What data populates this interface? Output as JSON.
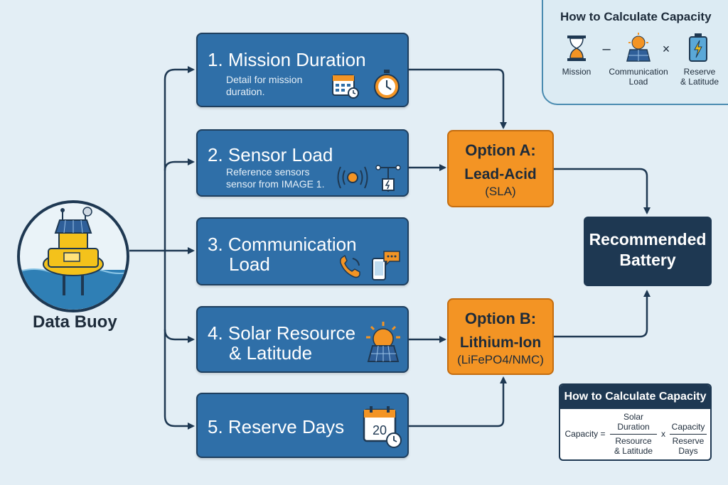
{
  "source": {
    "label": "Data Buoy",
    "icon": "data-buoy-icon"
  },
  "steps": [
    {
      "title": "1. Mission Duration",
      "description": "Detail for mission duration.",
      "icons": [
        "calendar-icon",
        "stopwatch-icon"
      ]
    },
    {
      "title": "2. Sensor Load",
      "description": "Reference sensors sensor from IMAGE 1.",
      "icons": [
        "sonar-sensor-icon",
        "weather-station-icon"
      ]
    },
    {
      "title_line1": "3. Communication",
      "title_line2": "Load",
      "icons": [
        "phone-icon",
        "mobile-chat-icon"
      ]
    },
    {
      "title_line1": "4. Solar Resource",
      "title_line2": "& Latitude",
      "icons": [
        "sun-solar-panel-icon"
      ]
    },
    {
      "title": "5. Reserve Days",
      "calendar_number": "20",
      "icons": [
        "calendar-clock-icon"
      ]
    }
  ],
  "options": [
    {
      "line1": "Option A:",
      "line2": "Lead-Acid",
      "line3": "(SLA)"
    },
    {
      "line1": "Option B:",
      "line2": "Lithium-Ion",
      "line3": "(LiFePO4/NMC)"
    }
  ],
  "result": {
    "line1": "Recommended",
    "line2": "Battery"
  },
  "capacity_top": {
    "title": "How to Calculate Capacity",
    "operator1": "–",
    "operator2": "×",
    "terms": [
      {
        "label": "Mission",
        "icon": "hourglass-icon"
      },
      {
        "label_line1": "Communication",
        "label_line2": "Load",
        "icon": "solar-panel-icon"
      },
      {
        "label_line1": "Reserve",
        "label_line2": "& Latitude",
        "icon": "battery-icon"
      }
    ]
  },
  "capacity_formula": {
    "title": "How to Calculate Capacity",
    "lhs": "Capacity =",
    "numerator_line1": "Solar",
    "numerator_line2": "Duration",
    "denominator_line1": "Resource",
    "denominator_line2": "& Latitude",
    "times": "x",
    "right_numerator": "Capacity",
    "right_denominator_line1": "Reserve",
    "right_denominator_line2": "Days"
  },
  "colors": {
    "background": "#e3eef5",
    "step_box": "#2f6fa8",
    "option_box": "#f39424",
    "result_box": "#1e3852",
    "connector": "#1e3852"
  }
}
